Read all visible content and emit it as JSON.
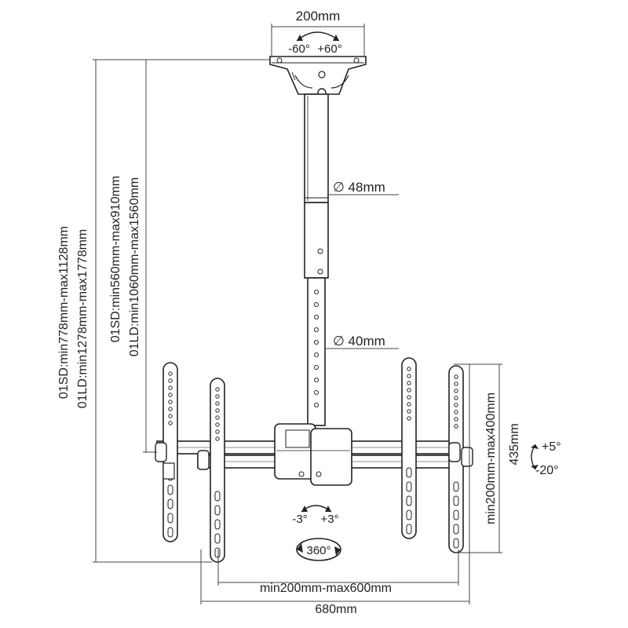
{
  "labels": {
    "top_width": "200mm",
    "swivel_left": "-60°",
    "swivel_right": "+60°",
    "upper_pole_dia": "∅ 48mm",
    "lower_pole_dia": "∅ 40mm",
    "rotate_left": "-3°",
    "rotate_right": "+3°",
    "rotate_360": "360°",
    "tilt_up": "+5°",
    "tilt_down": "-20°",
    "vesa_vertical": "min200mm-max400mm",
    "plate_height": "435mm",
    "vesa_horizontal": "min200mm-max600mm",
    "total_width": "680mm",
    "sd_total_height": "01SD:min778mm-max1128mm",
    "ld_total_height": "01LD:min1278mm-max1778mm",
    "sd_pole_height": "01SD:min560mm-max910mm",
    "ld_pole_height": "01LD:min1060mm-max1560mm"
  }
}
